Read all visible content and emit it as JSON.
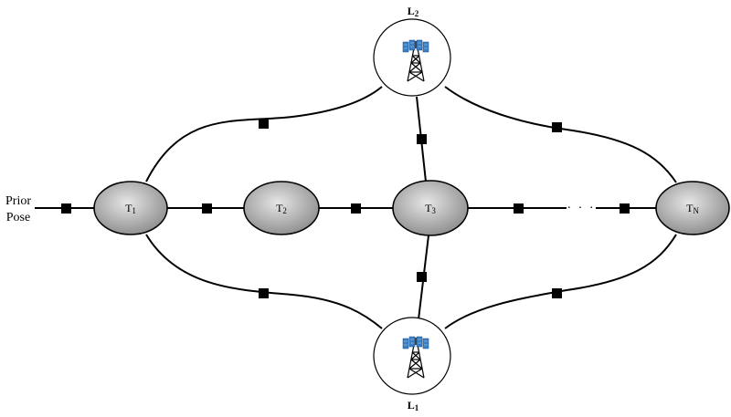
{
  "prior": {
    "line1": "Prior",
    "line2": "Pose"
  },
  "nodes": {
    "t1": {
      "base": "T",
      "sub": "1"
    },
    "t2": {
      "base": "T",
      "sub": "2"
    },
    "t3": {
      "base": "T",
      "sub": "3"
    },
    "tn": {
      "base": "T",
      "sub": "N"
    }
  },
  "landmarks": {
    "l1": {
      "base": "L",
      "sub": "1",
      "icon": "radio-tower-icon"
    },
    "l2": {
      "base": "L",
      "sub": "2",
      "icon": "radio-tower-icon"
    }
  },
  "ellipsis": "· · ·",
  "colors": {
    "node_fill_light": "#e6e6e6",
    "node_fill_dark": "#8a8a8a",
    "factor": "#000000",
    "tower_panel": "#3a7fc4"
  }
}
